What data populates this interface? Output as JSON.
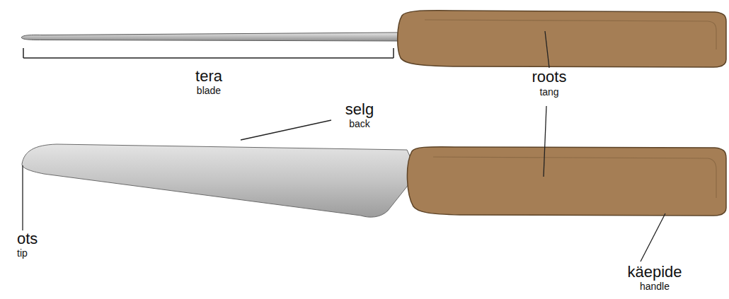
{
  "diagram": {
    "labels": [
      "tera",
      "blade",
      "selg",
      "back",
      "roots",
      "tang",
      "ots",
      "tip",
      "käepide",
      "handle"
    ]
  }
}
